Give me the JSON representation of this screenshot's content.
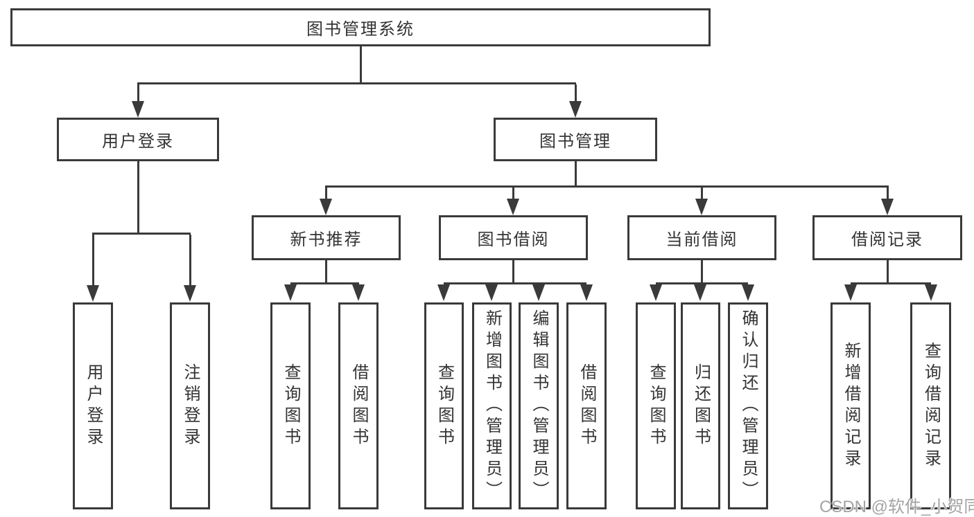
{
  "diagram_type": "hierarchy-tree",
  "colors": {
    "line": "#3a3a3a",
    "box_border": "#3a3a3a",
    "box_fill": "#ffffff",
    "text": "#333333",
    "watermark": "#9e9e9e",
    "background": "#ffffff"
  },
  "tree": {
    "root": {
      "label": "图书管理系统"
    },
    "level2": [
      {
        "label": "用户登录",
        "children": [
          {
            "label": "用户登录"
          },
          {
            "label": "注销登录"
          }
        ]
      },
      {
        "label": "图书管理",
        "children": [
          {
            "label": "新书推荐",
            "children": [
              {
                "label": "查询图书"
              },
              {
                "label": "借阅图书"
              }
            ]
          },
          {
            "label": "图书借阅",
            "children": [
              {
                "label": "查询图书"
              },
              {
                "label": "新增图书（管理员）"
              },
              {
                "label": "编辑图书（管理员）"
              },
              {
                "label": "借阅图书"
              }
            ]
          },
          {
            "label": "当前借阅",
            "children": [
              {
                "label": "查询图书"
              },
              {
                "label": "归还图书"
              },
              {
                "label": "确认归还（管理员）"
              }
            ]
          },
          {
            "label": "借阅记录",
            "children": [
              {
                "label": "新增借阅记录"
              },
              {
                "label": "查询借阅记录"
              }
            ]
          }
        ]
      }
    ]
  },
  "watermark": {
    "text": "CSDN @软件_小贺同学"
  }
}
